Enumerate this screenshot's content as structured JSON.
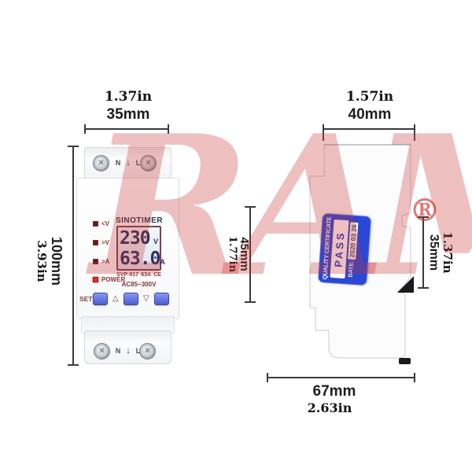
{
  "watermark": {
    "text": "RAM",
    "registered": "®"
  },
  "icons": {
    "screw_cross": "✕"
  },
  "front_view": {
    "width_dim": {
      "inches": "1.37in",
      "millimeters": "35mm"
    },
    "height_dim": {
      "millimeters": "100mm",
      "inches": "3.93in"
    },
    "terminals": {
      "neutral": "N",
      "live": "L",
      "arrow": "↓"
    },
    "panel": {
      "brand": "SINOTIMER",
      "leds": [
        {
          "label": "<V"
        },
        {
          "label": ">V"
        },
        {
          "label": ">A"
        },
        {
          "label": "POWER"
        }
      ],
      "display": {
        "voltage_value": "230",
        "voltage_unit": "V",
        "current_value": "63.0",
        "current_unit": "A"
      },
      "model": "SVP-917",
      "rated_current": "63A",
      "ce_mark": "CE",
      "voltage_range": "AC85~300V",
      "set_label": "SET",
      "up_symbol": "△",
      "down_symbol": "▽"
    }
  },
  "side_view": {
    "width_dim": {
      "inches": "1.57in",
      "millimeters": "40mm"
    },
    "mid_height_dim": {
      "millimeters": "45mm",
      "inches": "1.77in"
    },
    "rail_height_dim": {
      "inches": "1.37in",
      "millimeters": "35mm"
    },
    "depth_dim": {
      "millimeters": "67mm",
      "inches": "2.63in"
    },
    "sticker": {
      "title": "QUALITY CERTIFICATE",
      "result": "PASS",
      "date_label": "DATE:",
      "date_value": "2020 03 26"
    }
  }
}
